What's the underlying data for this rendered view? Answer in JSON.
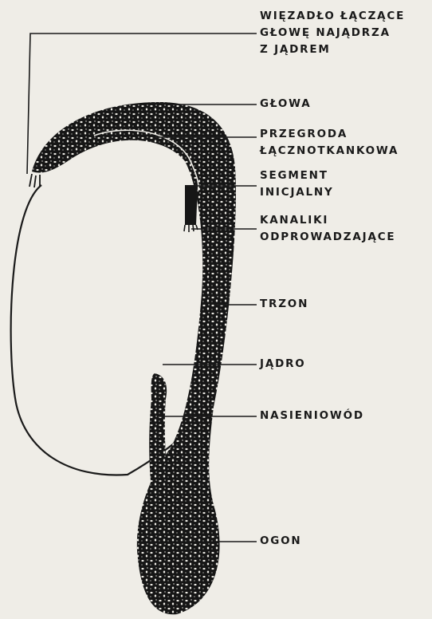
{
  "diagram": {
    "colors": {
      "background": "#efede7",
      "ink": "#1a1a1a",
      "tissue": "#161616",
      "lumen": "#efede7"
    },
    "labels": {
      "wiezadlo": [
        "WIĘZADŁO ŁĄCZĄCE",
        "GŁOWĘ NAJĄDRZA",
        "Z JĄDREM"
      ],
      "glowa": [
        "GŁOWA"
      ],
      "przegroda": [
        "PRZEGRODA",
        "ŁĄCZNOTKANKOWA"
      ],
      "segment": [
        "SEGMENT",
        "INICJALNY"
      ],
      "kanaliki": [
        "KANALIKI",
        "ODPROWADZAJĄCE"
      ],
      "trzon": [
        "TRZON"
      ],
      "jadro": [
        "JĄDRO"
      ],
      "nasieniowod": [
        "NASIENIOWÓD"
      ],
      "ogon": [
        "OGON"
      ]
    }
  }
}
